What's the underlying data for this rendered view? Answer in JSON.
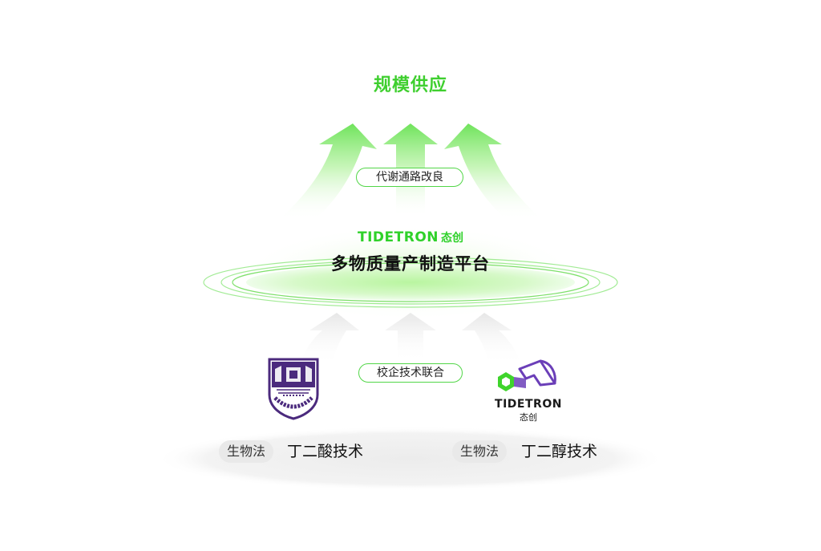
{
  "top_title": "规模供应",
  "metabolic_label": "代谢通路改良",
  "platform": {
    "brand_en": "TIDETRON",
    "brand_cn": "态创",
    "name": "多物质量产制造平台"
  },
  "cooperation_label": "校企技术联合",
  "left_source": {
    "logo": "nanjing-tech-university-emblem",
    "method": "生物法",
    "technology": "丁二酸技术"
  },
  "right_source": {
    "logo": "tidetron-logo",
    "logo_en": "TIDETRON",
    "logo_cn": "态创",
    "method": "生物法",
    "technology": "丁二醇技术"
  },
  "colors": {
    "accent_green": "#3fcf2f",
    "purple": "#4b2a7d",
    "tag_bg": "#e9e9e9"
  }
}
